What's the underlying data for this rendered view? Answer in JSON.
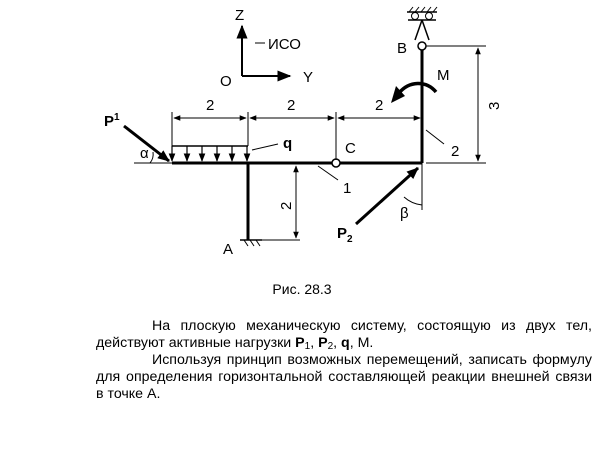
{
  "figure": {
    "labels": {
      "z": "Z",
      "y": "Y",
      "o": "O",
      "frame": "ИСО",
      "b": "B",
      "m": "M",
      "a": "A",
      "c": "C",
      "q": "q",
      "alpha": "α",
      "beta": "β",
      "p1_letter": "P",
      "p1_sub": "1",
      "p2_letter": "P",
      "p2_sub": "2",
      "body1": "1",
      "body2": "2"
    },
    "dimensions": {
      "top_left": "2",
      "top_middle": "2",
      "top_right": "2",
      "right_vertical": "3",
      "lower_vertical": "2"
    }
  },
  "caption": "Рис. 28.3",
  "paragraph1": {
    "text_before": "На плоскую механическую систему, состоящую из двух тел, действуют активные нагрузки ",
    "p": "P",
    "sub1": "1",
    "comma1": ", ",
    "sub2": "2",
    "comma2": ", ",
    "q": "q",
    "text_after": ", M."
  },
  "paragraph2": "Используя принцип возможных перемещений, записать формулу для определения горизонтальной составляющей реакции внешней связи в точке A."
}
